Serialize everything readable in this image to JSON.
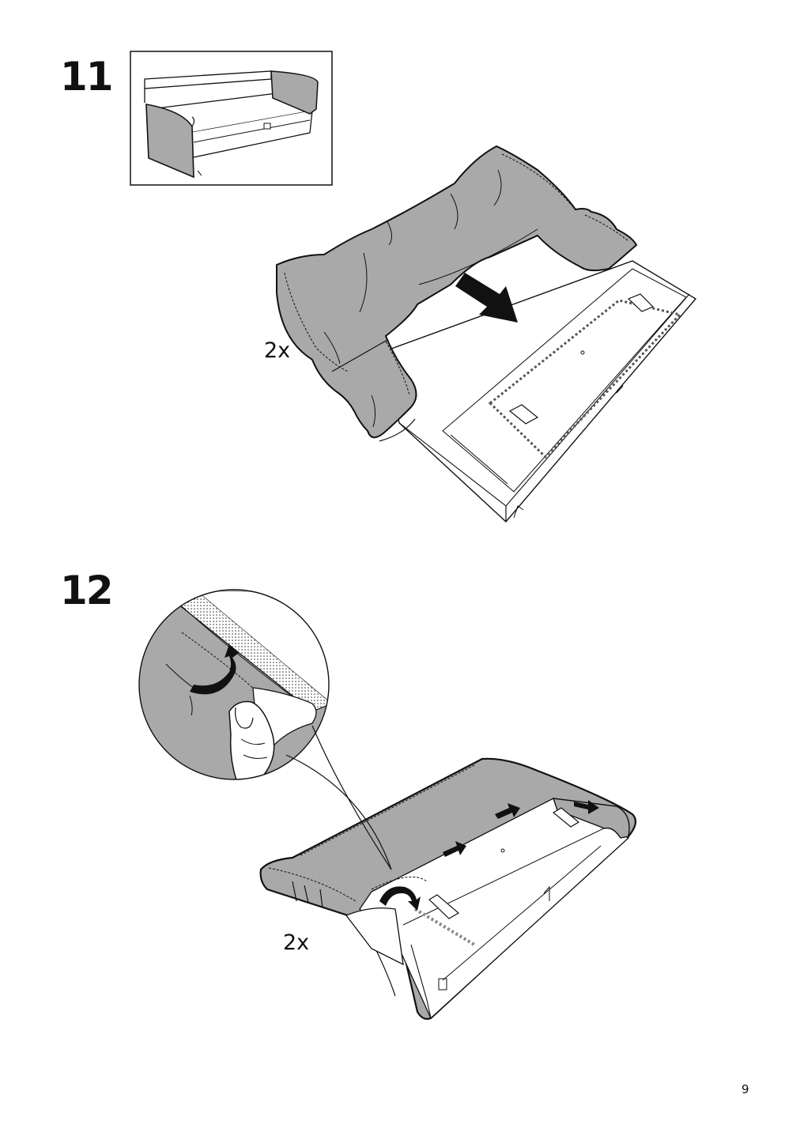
{
  "page_number": "9",
  "steps": [
    {
      "number": "11",
      "quantity": "2x",
      "icons": [
        "sofa-overview",
        "fabric-cover",
        "armrest-frame",
        "push-arrow"
      ]
    },
    {
      "number": "12",
      "quantity": "2x",
      "icons": [
        "zoom-detail-circle",
        "hand",
        "rotate-arrow",
        "direction-arrow"
      ]
    }
  ],
  "colors": {
    "fabric": "#a9a9a9",
    "line": "#111111",
    "paper": "#ffffff"
  }
}
